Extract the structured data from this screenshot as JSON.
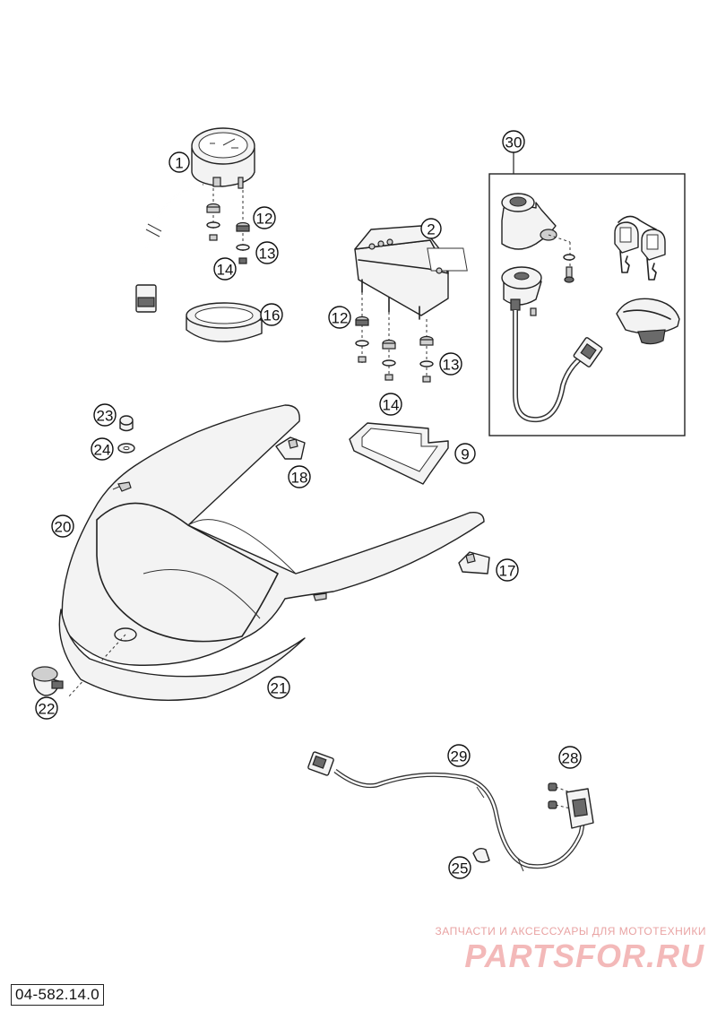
{
  "document": {
    "code": "04-582.14.0"
  },
  "watermark": {
    "tagline": "ЗАПЧАСТИ И АКСЕССУАРЫ ДЛЯ МОТОТЕХНИКИ",
    "logo": "PARTSFOR.RU"
  },
  "callouts": [
    {
      "id": "c1",
      "label": "1"
    },
    {
      "id": "c2",
      "label": "2"
    },
    {
      "id": "c9",
      "label": "9"
    },
    {
      "id": "c12a",
      "label": "12"
    },
    {
      "id": "c12b",
      "label": "12"
    },
    {
      "id": "c13a",
      "label": "13"
    },
    {
      "id": "c13b",
      "label": "13"
    },
    {
      "id": "c14a",
      "label": "14"
    },
    {
      "id": "c14b",
      "label": "14"
    },
    {
      "id": "c16",
      "label": "16"
    },
    {
      "id": "c17",
      "label": "17"
    },
    {
      "id": "c18",
      "label": "18"
    },
    {
      "id": "c20",
      "label": "20"
    },
    {
      "id": "c21",
      "label": "21"
    },
    {
      "id": "c22",
      "label": "22"
    },
    {
      "id": "c23",
      "label": "23"
    },
    {
      "id": "c24",
      "label": "24"
    },
    {
      "id": "c25",
      "label": "25"
    },
    {
      "id": "c28",
      "label": "28"
    },
    {
      "id": "c29",
      "label": "29"
    },
    {
      "id": "c30",
      "label": "30"
    }
  ]
}
